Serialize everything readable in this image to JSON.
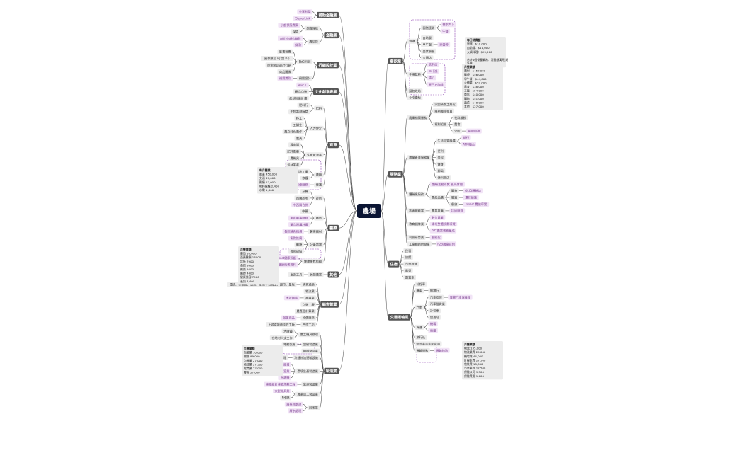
{
  "colors": {
    "root_bg": "#0b1533",
    "root_text": "#ffffff",
    "branch_bg": "#555555",
    "branch_text": "#ffffff",
    "leaf_bg": "#ececec",
    "leaf_text": "#333333",
    "purple_bg": "#f1e3f6",
    "purple_text": "#7b3f8f",
    "line": "#555555",
    "dashed": "#8a3fb0",
    "note_bg": "#ececec"
  },
  "root": {
    "label": "農場"
  },
  "left_branches": [
    {
      "label": "補助金融業",
      "children": [
        {
          "label": "分享利潤",
          "style": "purple"
        },
        {
          "label": "SuperLink",
          "style": "purple"
        }
      ]
    },
    {
      "label": "金融業",
      "children": [
        {
          "label": "保險理賠",
          "children": [
            {
              "label": "小額保險專案",
              "style": "purple"
            },
            {
              "label": "保險",
              "style": "gray"
            }
          ]
        },
        {
          "label": "農信貸",
          "children": [
            {
              "label": "AOI 小額信貸款",
              "style": "purple"
            },
            {
              "label": "貸款",
              "style": "purple"
            }
          ]
        }
      ]
    },
    {
      "label": "行銷設計業",
      "children": [
        {
          "label": "數位行銷",
          "children": [
            {
              "label": "臉書粉專",
              "style": "gray"
            },
            {
              "label": "圖像數位 (小說 IG)",
              "style": "gray"
            },
            {
              "label": "探索網頁設計行銷",
              "style": "gray"
            },
            {
              "label": "商品圖像",
              "style": "gray"
            }
          ]
        },
        {
          "label": "視覺設計",
          "children": [
            {
              "label": "視覺識別",
              "style": "purple"
            }
          ]
        }
      ]
    },
    {
      "label": "文化創意產業",
      "children": [
        {
          "label": "設計工",
          "style": "purple"
        },
        {
          "label": "產品包裝",
          "style": "gray"
        },
        {
          "label": "產地包裝計畫",
          "style": "gray"
        }
      ]
    },
    {
      "label": "資源",
      "children": [
        {
          "label": "肥料",
          "children": [
            {
              "label": "肥料行",
              "style": "gray"
            },
            {
              "label": "生物製劑廠商",
              "style": "gray"
            }
          ]
        },
        {
          "label": "人力仲介",
          "children": [
            {
              "label": "移工",
              "style": "gray"
            },
            {
              "label": "工讀生",
              "style": "gray"
            },
            {
              "label": "農之特色農作",
              "style": "gray"
            },
            {
              "label": "農夫",
              "style": "gray"
            }
          ]
        },
        {
          "label": "生產資源業",
          "children": [
            {
              "label": "種苗場",
              "style": "gray"
            },
            {
              "label": "肥料農藥",
              "style": "gray"
            },
            {
              "label": "農機具",
              "style": "gray"
            },
            {
              "label": "包材業者",
              "style": "gray"
            }
          ]
        },
        {
          "label": "農機",
          "children": [
            {
              "label": "農地工業",
              "style": "gray"
            },
            {
              "label": "修護",
              "style": "gray"
            }
          ]
        },
        {
          "label": "修護",
          "children": [
            {
              "label": "售後維修服務",
              "style": "purple"
            }
          ]
        }
      ]
    },
    {
      "label": "醫療",
      "children": [
        {
          "label": "診所",
          "children": [
            {
              "label": "牙醫",
              "style": "gray"
            },
            {
              "label": "西醫診所",
              "style": "gray"
            },
            {
              "label": "中西醫合併",
              "style": "purple"
            }
          ]
        },
        {
          "label": "藥局",
          "children": [
            {
              "label": "中藥",
              "style": "gray"
            },
            {
              "label": "家庭藥事服務",
              "style": "purple"
            },
            {
              "label": "藥品照護計畫",
              "style": "purple"
            }
          ]
        },
        {
          "label": "醫療器材",
          "children": [
            {
              "label": "長照輔具租借",
              "style": "purple"
            }
          ]
        },
        {
          "label": "公衛諮詢",
          "children": [
            {
              "label": "衛教推廣",
              "style": "purple"
            },
            {
              "label": "醫療",
              "style": "gray"
            },
            {
              "label": "長照據點",
              "style": "gray"
            }
          ]
        },
        {
          "label": "健康衛教照顧",
          "children": [
            {
              "label": "smart健康照護",
              "style": "purple"
            },
            {
              "label": "健康衛教資料",
              "style": "purple"
            }
          ]
        }
      ]
    },
    {
      "label": "其他",
      "children": [
        {
          "label": "休閒農業",
          "children": [
            {
              "label": "出遊工具",
              "style": "gray"
            }
          ]
        }
      ]
    },
    {
      "label": "銷售營業",
      "children": [
        {
          "label": "銷售通路",
          "children": [
            {
              "label": "傳統、市集農、直送、電商平台農工、超市、量販",
              "style": "gray"
            }
          ]
        },
        {
          "label": "物流業",
          "style": "gray"
        },
        {
          "label": "產銷業",
          "children": [
            {
              "label": "大批機械",
              "style": "purple"
            }
          ]
        },
        {
          "label": "包裝工廠",
          "style": "gray"
        },
        {
          "label": "農產品計算業",
          "style": "gray"
        },
        {
          "label": "物價服務",
          "children": [
            {
              "label": "加值商品",
              "style": "purple"
            }
          ]
        },
        {
          "label": "合作工坊",
          "children": [
            {
              "label": "上游環境最佳的工廠",
              "style": "gray"
            }
          ]
        }
      ]
    },
    {
      "label": "製造業",
      "children": [
        {
          "label": "農工機具修理",
          "children": [
            {
              "label": "大團體",
              "style": "gray"
            },
            {
              "label": "在地材料支工作",
              "style": "gray"
            }
          ]
        },
        {
          "label": "設備製造業",
          "children": [
            {
              "label": "電動設施",
              "style": "gray"
            }
          ]
        },
        {
          "label": "機械製造業",
          "style": "gray"
        },
        {
          "label": "冷鏈物流運輸設施",
          "children": [
            {
              "label": "冷凍處理",
              "style": "gray"
            }
          ]
        },
        {
          "label": "環境生產製造業",
          "children": [
            {
              "label": "環控設備",
              "style": "purple"
            },
            {
              "label": "溫室業",
              "style": "purple"
            },
            {
              "label": "水耕機",
              "style": "purple"
            }
          ]
        },
        {
          "label": "營建製造業",
          "children": [
            {
              "label": "建築設計建築規劃工程",
              "style": "purple"
            }
          ]
        },
        {
          "label": "農業加工製造業",
          "children": [
            {
              "label": "大型機具業",
              "style": "purple"
            },
            {
              "label": "F堆肥",
              "style": "gray"
            }
          ]
        },
        {
          "label": "回收業",
          "children": [
            {
              "label": "廢棄物處理",
              "style": "purple"
            },
            {
              "label": "廢水處理",
              "style": "purple"
            }
          ]
        }
      ]
    }
  ],
  "right_branches": [
    {
      "label": "餐飲業",
      "children": [
        {
          "label": "餐廳",
          "children": [
            {
              "label": "團膳連鎖",
              "children": [
                {
                  "label": "餐飲大下",
                  "style": "purple"
                },
                {
                  "label": "午餐",
                  "style": "purple"
                }
              ]
            },
            {
              "label": "自助餐",
              "style": "gray"
            },
            {
              "label": "早午餐",
              "children": [
                {
                  "label": "麥當勞",
                  "style": "purple"
                }
              ]
            },
            {
              "label": "美食餐廳",
              "style": "gray"
            },
            {
              "label": "火鍋店",
              "style": "gray"
            }
          ]
        },
        {
          "label": "手搖飲料",
          "children": [
            {
              "label": "飲料店",
              "style": "purple"
            },
            {
              "label": "二十嵐",
              "style": "purple"
            },
            {
              "label": "清心",
              "style": "purple"
            },
            {
              "label": "星巴克咖啡",
              "style": "purple"
            }
          ]
        },
        {
          "label": "麵包烘焙",
          "style": "gray"
        },
        {
          "label": "小吃攤販",
          "style": "gray"
        }
      ]
    },
    {
      "label": "服務業",
      "children": [
        {
          "label": "農業相關服務",
          "children": [
            {
              "label": "家園清潔工業化",
              "style": "gray"
            },
            {
              "label": "兩期機械租賃",
              "style": "gray"
            },
            {
              "label": "福利組合",
              "children": [
                {
                  "label": "社群服務",
                  "style": "gray"
                },
                {
                  "label": "農會",
                  "style": "gray"
                },
                {
                  "label": "公所",
                  "children": [
                    {
                      "label": "補助申請",
                      "style": "purple"
                    }
                  ]
                }
              ]
            }
          ]
        },
        {
          "label": "農業產業服務業",
          "children": [
            {
              "label": "生活品質機構",
              "children": [
                {
                  "label": "銀行",
                  "style": "purple"
                },
                {
                  "label": "ATM機台",
                  "style": "purple"
                }
              ]
            },
            {
              "label": "便利",
              "style": "gray"
            },
            {
              "label": "美容",
              "style": "gray"
            },
            {
              "label": "健身",
              "style": "gray"
            },
            {
              "label": "郵局",
              "style": "gray"
            },
            {
              "label": "便利商店",
              "style": "gray"
            }
          ]
        },
        {
          "label": "體驗業服務",
          "children": [
            {
              "label": "體驗活動導覽 觀光休閒",
              "style": "purple"
            },
            {
              "label": "農產品購",
              "children": [
                {
                  "label": "購物",
                  "children": [
                    {
                      "label": "OLID體驗坊",
                      "style": "purple"
                    }
                  ]
                },
                {
                  "label": "購買",
                  "children": [
                    {
                      "label": "環控設施",
                      "style": "purple"
                    }
                  ]
                },
                {
                  "label": "餐旅",
                  "children": [
                    {
                      "label": "smart 農旅導覽",
                      "style": "purple"
                    }
                  ]
                }
              ]
            }
          ]
        },
        {
          "label": "技術服務業",
          "children": [
            {
              "label": "農業推廣",
              "children": [
                {
                  "label": "技術服務",
                  "style": "purple"
                }
              ]
            }
          ]
        },
        {
          "label": "教育訓練業",
          "children": [
            {
              "label": "數位農業",
              "style": "purple"
            },
            {
              "label": "場址整體規劃導覽",
              "style": "purple"
            },
            {
              "label": "PPT農業教育養成",
              "style": "purple"
            }
          ]
        },
        {
          "label": "科技研發業",
          "children": [
            {
              "label": "智能化",
              "style": "purple"
            }
          ]
        },
        {
          "label": "工業創新研發業",
          "children": [
            {
              "label": "F2B農業技術",
              "style": "purple"
            }
          ]
        }
      ]
    },
    {
      "label": "住宿",
      "children": [
        {
          "label": "民宿",
          "style": "gray"
        },
        {
          "label": "旅館",
          "style": "gray"
        },
        {
          "label": "汽車旅館",
          "style": "gray"
        },
        {
          "label": "露營",
          "style": "gray"
        },
        {
          "label": "露營車",
          "style": "gray"
        }
      ]
    },
    {
      "label": "交通運輸業",
      "children": [
        {
          "label": "計程車",
          "style": "gray"
        },
        {
          "label": "機車",
          "children": [
            {
              "label": "腳踏行",
              "style": "gray"
            }
          ]
        },
        {
          "label": "汽車",
          "children": [
            {
              "label": "汽車修理",
              "children": [
                {
                  "label": "專業汽車保養廠",
                  "style": "purple"
                }
              ]
            },
            {
              "label": "汽車租賃業",
              "style": "gray"
            },
            {
              "label": "計程車",
              "style": "gray"
            },
            {
              "label": "加油站",
              "style": "gray"
            }
          ]
        },
        {
          "label": "貨運",
          "children": [
            {
              "label": "機場",
              "style": "purple"
            },
            {
              "label": "高鐵",
              "style": "purple"
            }
          ]
        },
        {
          "label": "旅行社",
          "style": "gray"
        },
        {
          "label": "物流業或宅配貨運",
          "style": "gray"
        },
        {
          "label": "運輸服務",
          "children": [
            {
              "label": "傳輸物流",
              "style": "purple"
            }
          ]
        }
      ]
    }
  ],
  "notes": [
    {
      "lines": [
        "每日消費額",
        "早餐：$10,000",
        "自助餐：$11,000",
        "火鍋料理：$23,200",
        "",
        "合計4個餐廳業為：消費額萬元/期",
        "計算"
      ]
    },
    {
      "lines": [
        "月營業額",
        "農村：$453,000",
        "醫療：$56,000",
        "早午餐：$44,000",
        "火鍋業：$59,000",
        "農會：$38,000",
        "工廠：$54,000",
        "商店：$40,000",
        "購物：$51,000",
        "蔬菜：$48,000",
        "其他：$27,000"
      ]
    },
    {
      "lines": [
        "每月營業",
        "農業 450,000",
        "交通 47,000",
        "醫療 27,000",
        "物料採購 2,400",
        "水電 1,800"
      ]
    },
    {
      "lines": [
        "月營業額",
        "藥局 10,000",
        "西藥醫療 18000",
        "診所 7900",
        "長照 8400",
        "醫美 5600",
        "醫師 4400",
        "健康美容 7900",
        "長照 4,400"
      ]
    },
    {
      "lines": [
        "月營業額",
        "包裝業 10,000",
        "物流 99,000",
        "包裝業 27,000",
        "物流業 27,500",
        "電商業 27,000",
        "零售 27,000"
      ]
    },
    {
      "lines": [
        "月營業額",
        "物流 135,000",
        "物流業費 29,000",
        "機場費 44,000",
        "計程車費 27,500",
        "包裝費 18,800",
        "汽車業費 12,500",
        "保險公司 9,500",
        "保險費用 1,600"
      ]
    }
  ]
}
